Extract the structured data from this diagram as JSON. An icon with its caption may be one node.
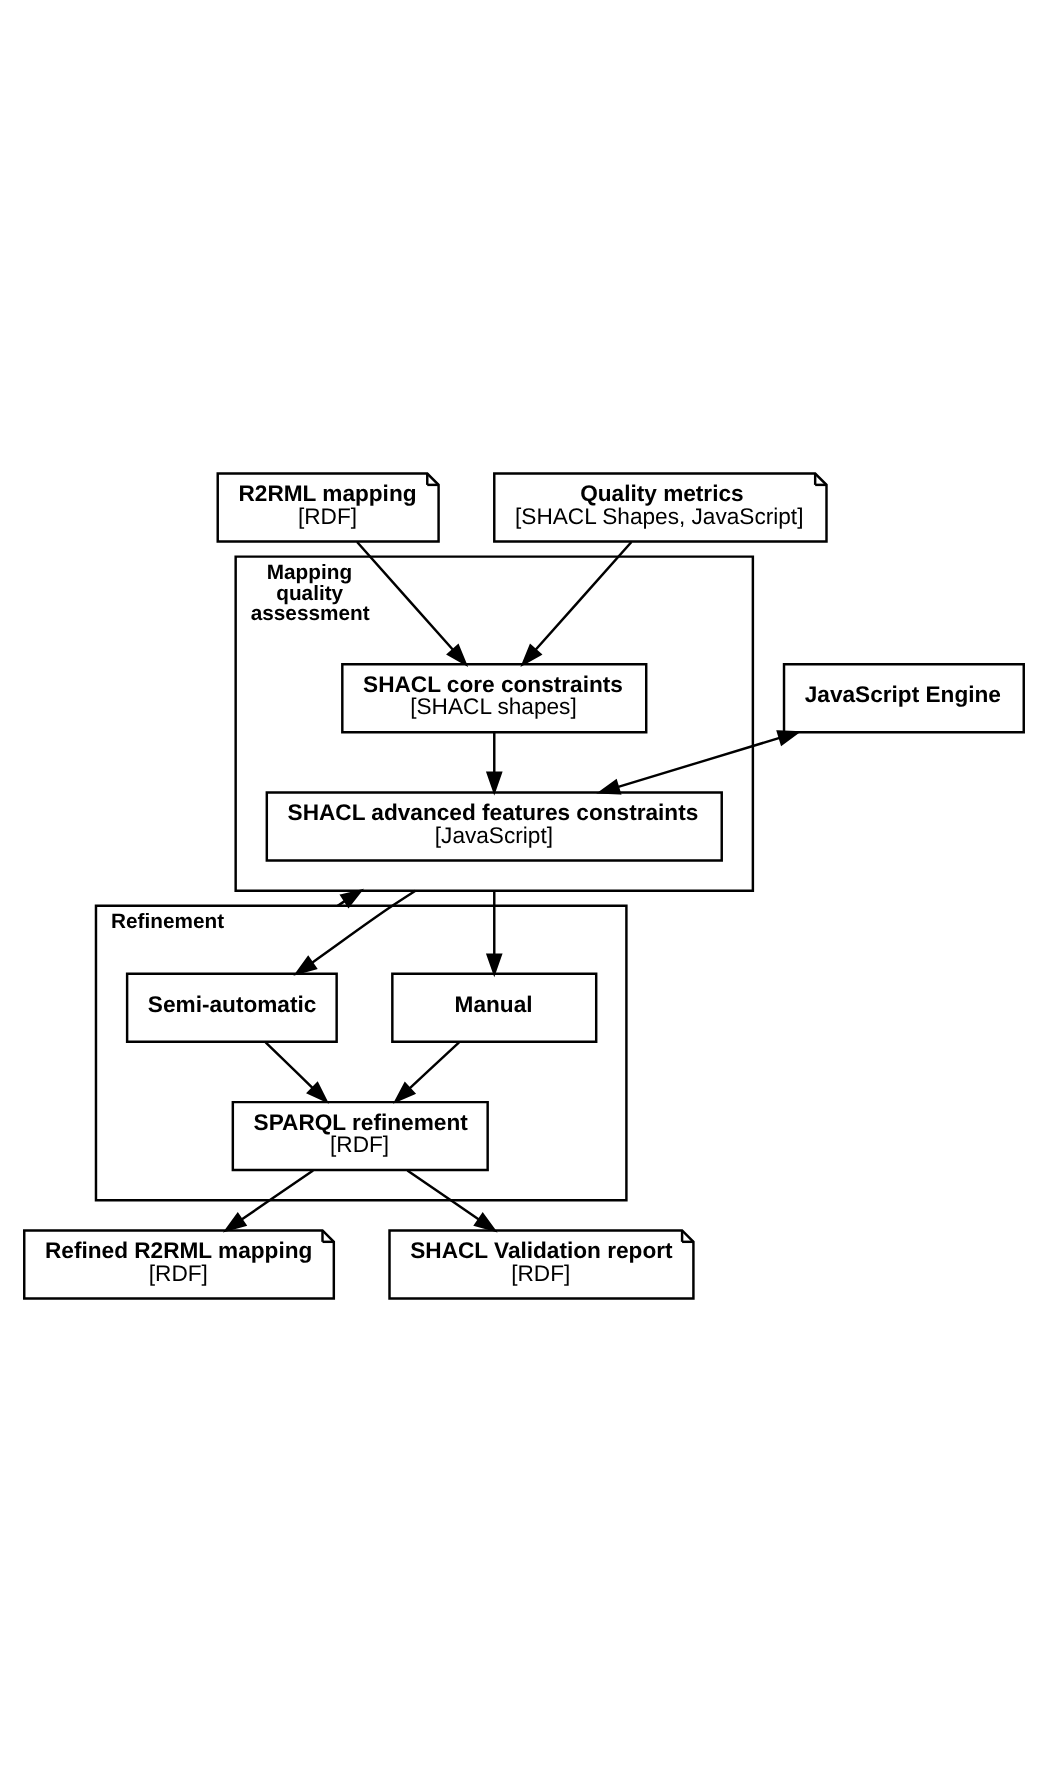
{
  "diagram": {
    "nodes": [
      {
        "text": [
          "R2RML mapping",
          "[RDF]"
        ]
      },
      {
        "text": [
          "Mapping quality assessment"
        ]
      },
      {
        "text": [
          "Quality metrics",
          "[SHACL Shapes, JavaScript]"
        ]
      },
      {
        "text": [
          "SHACL core constraints",
          "[SHACL shapes]"
        ],
        "in": 1
      },
      {
        "text": [
          "JavaScript Engine"
        ]
      },
      {
        "text": [
          "SHACL advanced features constraints",
          "[JavaScript]"
        ],
        "in": 1
      },
      {
        "text": [
          "Refinement"
        ]
      },
      {
        "text": [
          "Manual"
        ],
        "in": 6
      },
      {
        "text": [
          "Semi-automatic"
        ],
        "in": 6
      },
      {
        "text": [
          "SPARQL refinement",
          "[RDF]"
        ],
        "in": 6
      },
      {
        "text": [
          "Refined R2RML mapping",
          "[RDF]"
        ]
      },
      {
        "text": [
          "SHACL Validation report",
          "[RDF]"
        ]
      }
    ],
    "edges": [
      {
        "from": 0,
        "to": 3,
        "arrow": "to"
      },
      {
        "from": 2,
        "to": 3,
        "arrow": "to"
      },
      {
        "from": 3,
        "to": 5,
        "arrow": "to"
      },
      {
        "from": 4,
        "to": 5,
        "arrow": "both"
      },
      {
        "from": 1,
        "to": 7,
        "arrow": "to"
      },
      {
        "from": 1,
        "to": 8,
        "arrow": "to"
      },
      {
        "from": 7,
        "to": 9,
        "arrow": "to"
      },
      {
        "from": 8,
        "to": 9,
        "arrow": "to"
      },
      {
        "from": 9,
        "to": 10,
        "arrow": "to"
      },
      {
        "from": 9,
        "to": 11,
        "arrow": "to"
      },
      {
        "from": 6,
        "to": 1,
        "arrow": "to"
      }
    ]
  }
}
